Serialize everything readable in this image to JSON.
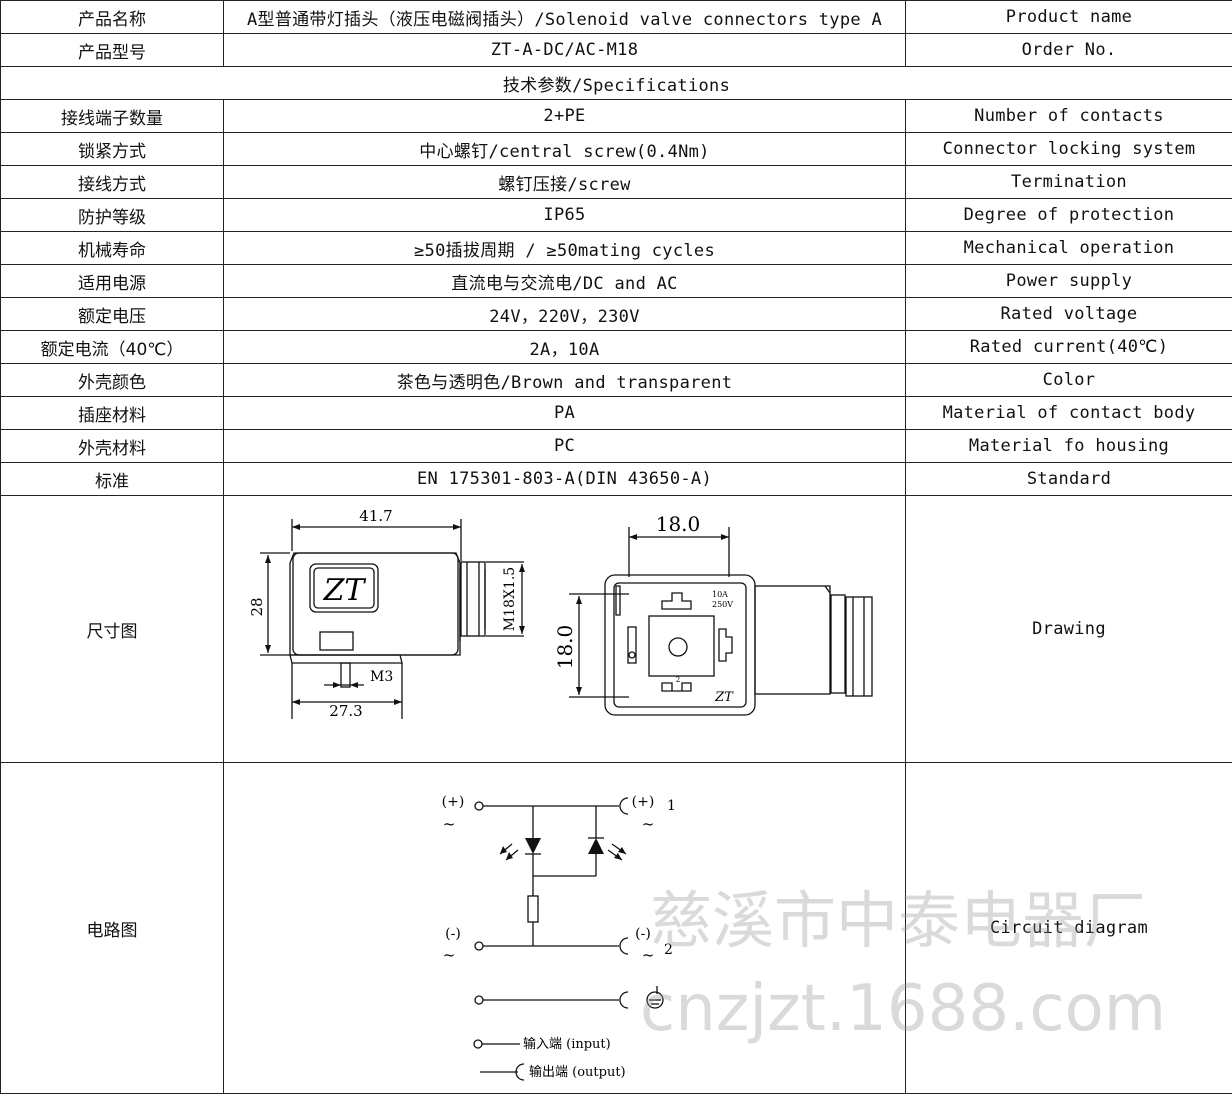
{
  "rows": [
    {
      "cn": "产品名称",
      "value": "A型普通带灯插头（液压电磁阀插头）/Solenoid valve connectors type A",
      "en": "Product name"
    },
    {
      "cn": "产品型号",
      "value": "ZT-A-DC/AC-M18",
      "en": "Order No."
    }
  ],
  "section_header": "技术参数/Specifications",
  "spec_rows": [
    {
      "cn": "接线端子数量",
      "value": "2+PE",
      "en": "Number of contacts"
    },
    {
      "cn": "锁紧方式",
      "value": "中心螺钉/central screw(0.4Nm)",
      "en": "Connector locking system"
    },
    {
      "cn": "接线方式",
      "value": "螺钉压接/screw",
      "en": "Termination"
    },
    {
      "cn": "防护等级",
      "value": "IP65",
      "en": "Degree of protection"
    },
    {
      "cn": "机械寿命",
      "value": "≥50插拔周期 / ≥50mating cycles",
      "en": "Mechanical operation"
    },
    {
      "cn": "适用电源",
      "value": "直流电与交流电/DC and AC",
      "en": "Power supply"
    },
    {
      "cn": "额定电压",
      "value": "24V，220V，230V",
      "en": "Rated voltage"
    },
    {
      "cn": "额定电流（40℃）",
      "value": "2A，10A",
      "en": "Rated current(40℃)"
    },
    {
      "cn": "外壳颜色",
      "value": "茶色与透明色/Brown and transparent",
      "en": "Color"
    },
    {
      "cn": "插座材料",
      "value": "PA",
      "en": "Material of contact body"
    },
    {
      "cn": "外壳材料",
      "value": "PC",
      "en": "Material fo housing"
    },
    {
      "cn": "标准",
      "value": "EN 175301-803-A(DIN 43650-A)",
      "en": "Standard"
    }
  ],
  "drawing": {
    "cn": "尺寸图",
    "en": "Drawing",
    "dim_width": "41.7",
    "dim_height": "28",
    "dim_thread": "M18X1.5",
    "dim_screw": "M3",
    "dim_base": "27.3",
    "dim_face_w": "18.0",
    "dim_face_h": "18.0",
    "rating_a": "10A",
    "rating_v": "250V",
    "logo": "ZT"
  },
  "circuit": {
    "cn": "电路图",
    "en": "Circuit diagram",
    "plus": "(+)",
    "minus": "(-)",
    "tilde": "~",
    "pin1": "1",
    "pin2": "2",
    "legend_input": "输入端 (input)",
    "legend_output": "输出端 (output)"
  },
  "watermark": {
    "line1": "慈溪市中泰电器厂",
    "line2": "cnzjzt.1688.com"
  }
}
